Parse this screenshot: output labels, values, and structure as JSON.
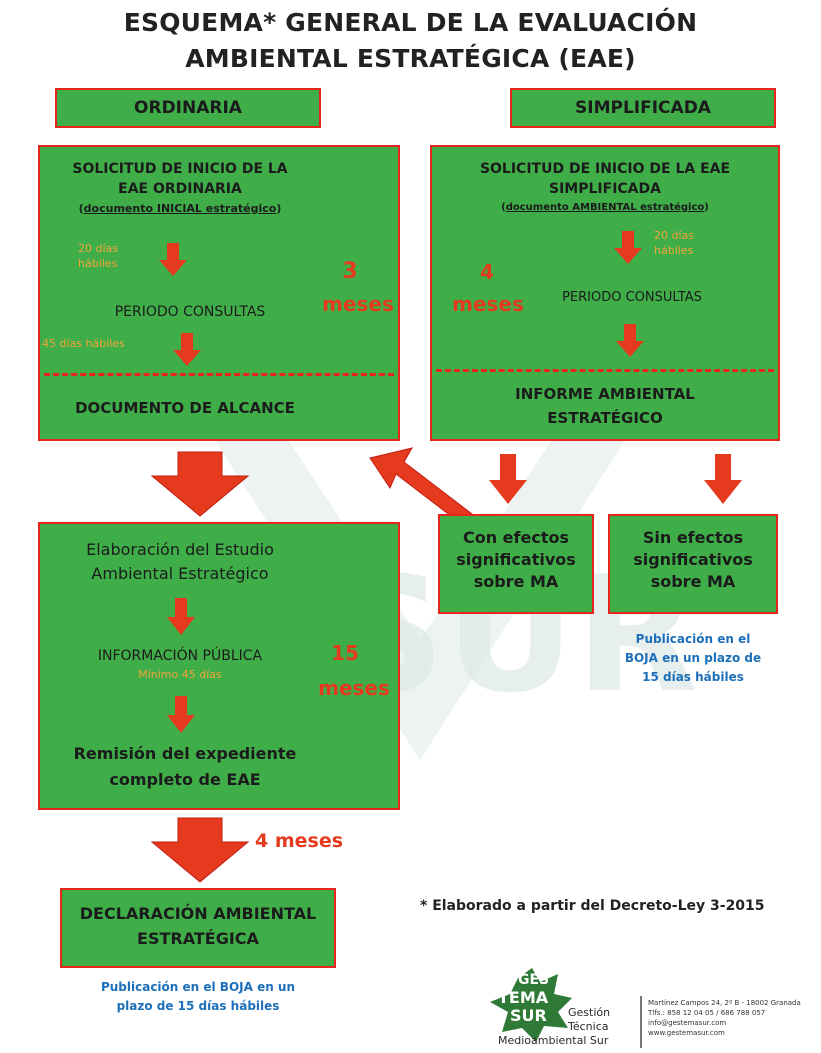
{
  "title": {
    "line1": "ESQUEMA* GENERAL DE LA EVALUACIÓN",
    "line2": "AMBIENTAL ESTRATÉGICA (EAE)"
  },
  "ordinaria": {
    "header": "ORDINARIA",
    "sol_line1": "SOLICITUD DE INICIO DE LA",
    "sol_line2": "EAE ORDINARIA",
    "sol_doc": "documento INICIAL estratégico",
    "days1_line1": "20 días",
    "days1_line2": "hábiles",
    "periodo": "PERIODO CONSULTAS",
    "months_num": "3",
    "months_word": "meses",
    "days2": "45 días hábiles",
    "alcance": "DOCUMENTO  DE ALCANCE"
  },
  "simplificada": {
    "header": "SIMPLIFICADA",
    "sol_line1": "SOLICITUD DE INICIO DE LA EAE",
    "sol_line2": "SIMPLIFICADA",
    "sol_doc": "documento AMBIENTAL estratégico",
    "days_line1": "20 días",
    "days_line2": "hábiles",
    "months_num": "4",
    "months_word": "meses",
    "periodo": "PERIODO CONSULTAS",
    "informe_line1": "INFORME AMBIENTAL",
    "informe_line2": "ESTRATÉGICO"
  },
  "con_efectos": [
    "Con efectos",
    "significativos",
    "sobre MA"
  ],
  "sin_efectos": [
    "Sin efectos",
    "significativos",
    "sobre MA"
  ],
  "publicacion_sin": [
    "Publicación en el",
    "BOJA en un plazo de",
    "15 días hábiles"
  ],
  "estudio": {
    "line1": "Elaboración del Estudio",
    "line2": "Ambiental Estratégico",
    "info_publica": "INFORMACIÓN PÚBLICA",
    "minimo": "Mínimo 45 días",
    "months_num": "15",
    "months_word": "meses",
    "remision_line1": "Remisión del expediente",
    "remision_line2": "completo de EAE"
  },
  "cuatro_meses": "4 meses",
  "declaracion": [
    "DECLARACIÓN AMBIENTAL",
    "ESTRATÉGICA"
  ],
  "publicacion_decl": [
    "Publicación en el BOJA en un",
    "plazo de 15 días hábiles"
  ],
  "footnote": "* Elaborado a partir del Decreto-Ley 3-2015",
  "logo": {
    "ges": "GES",
    "tema": "TEMA",
    "sur": "SUR",
    "gestion": "Gestión",
    "tecnica": "Técnica",
    "medio": "Medioambiental Sur",
    "addr1": "Martínez Campos 24, 2º B - 18002 Granada",
    "addr2": "Tlfs.: 858 12 04 05 / 686 788 057",
    "addr3": "info@gestemasur.com",
    "addr4": "www.gestemasur.com"
  },
  "colors": {
    "box_green": "#3fae49",
    "border_red": "#e8251c",
    "arrow_red": "#e53a1e",
    "orange": "#f2a33a",
    "blue": "#1c6fb8"
  }
}
